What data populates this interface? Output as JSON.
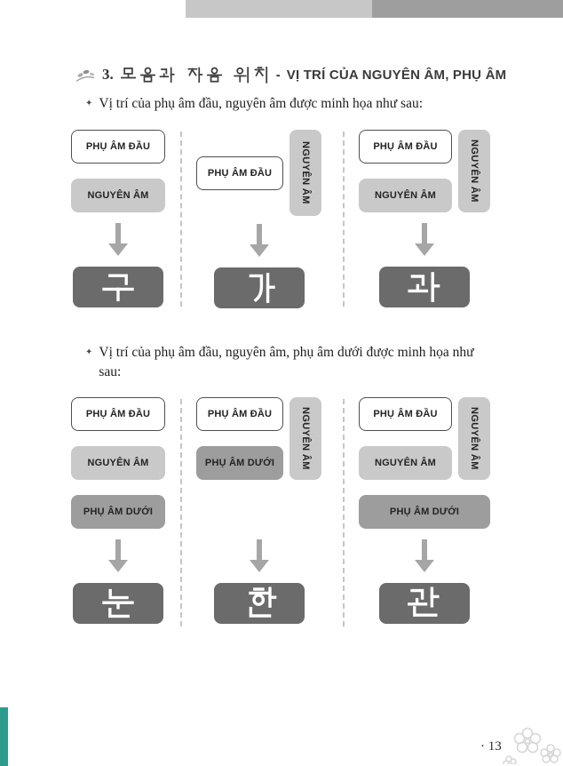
{
  "header": {
    "number": "3.",
    "korean_title": "모음과 자음 위치",
    "dash": "-",
    "viet_title": "VỊ TRÍ CỦA NGUYÊN ÂM, PHỤ ÂM"
  },
  "sections": [
    {
      "bullet": "✦",
      "intro": "Vị trí của phụ âm đầu, nguyên âm được minh họa như sau:",
      "diagrams": [
        {
          "boxes": [
            {
              "label": "PHỤ ÂM ĐẦU",
              "tone": "white"
            },
            {
              "label": "NGUYÊN ÂM",
              "tone": "light-gray"
            }
          ],
          "result_syllable": "구"
        },
        {
          "boxes": [
            {
              "label": "PHỤ ÂM ĐẦU",
              "tone": "white"
            }
          ],
          "side_box": {
            "label": "NGUYÊN ÂM",
            "tone": "light-gray"
          },
          "result_syllable": "가"
        },
        {
          "boxes": [
            {
              "label": "PHỤ ÂM ĐẦU",
              "tone": "white"
            },
            {
              "label": "NGUYÊN ÂM",
              "tone": "light-gray"
            }
          ],
          "side_box": {
            "label": "NGUYÊN ÂM",
            "tone": "light-gray"
          },
          "result_syllable": "과"
        }
      ]
    },
    {
      "bullet": "✦",
      "intro": "Vị trí của phụ âm đầu, nguyên âm, phụ âm dưới được minh họa như sau:",
      "diagrams": [
        {
          "boxes": [
            {
              "label": "PHỤ ÂM ĐẦU",
              "tone": "white"
            },
            {
              "label": "NGUYÊN ÂM",
              "tone": "light-gray"
            },
            {
              "label": "PHỤ ÂM DƯỚI",
              "tone": "medium-gray"
            }
          ],
          "result_syllable": "눈"
        },
        {
          "boxes": [
            {
              "label": "PHỤ ÂM ĐẦU",
              "tone": "white"
            },
            {
              "label": "PHỤ ÂM DƯỚI",
              "tone": "medium-gray"
            }
          ],
          "side_box": {
            "label": "NGUYÊN ÂM",
            "tone": "light-gray"
          },
          "result_syllable": "한"
        },
        {
          "boxes": [
            {
              "label": "PHỤ ÂM ĐẦU",
              "tone": "white"
            },
            {
              "label": "NGUYÊN ÂM",
              "tone": "light-gray"
            }
          ],
          "side_box": {
            "label": "NGUYÊN ÂM",
            "tone": "light-gray"
          },
          "bottom_box": {
            "label": "PHỤ ÂM DƯỚI",
            "tone": "medium-gray"
          },
          "result_syllable": "관"
        }
      ]
    }
  ],
  "footer": {
    "page_number": "· 13"
  },
  "colors": {
    "accent_teal": "#2d9c8d",
    "box_light": "#c9c9c9",
    "box_medium": "#9d9d9d",
    "box_dark": "#6b6b6b"
  }
}
